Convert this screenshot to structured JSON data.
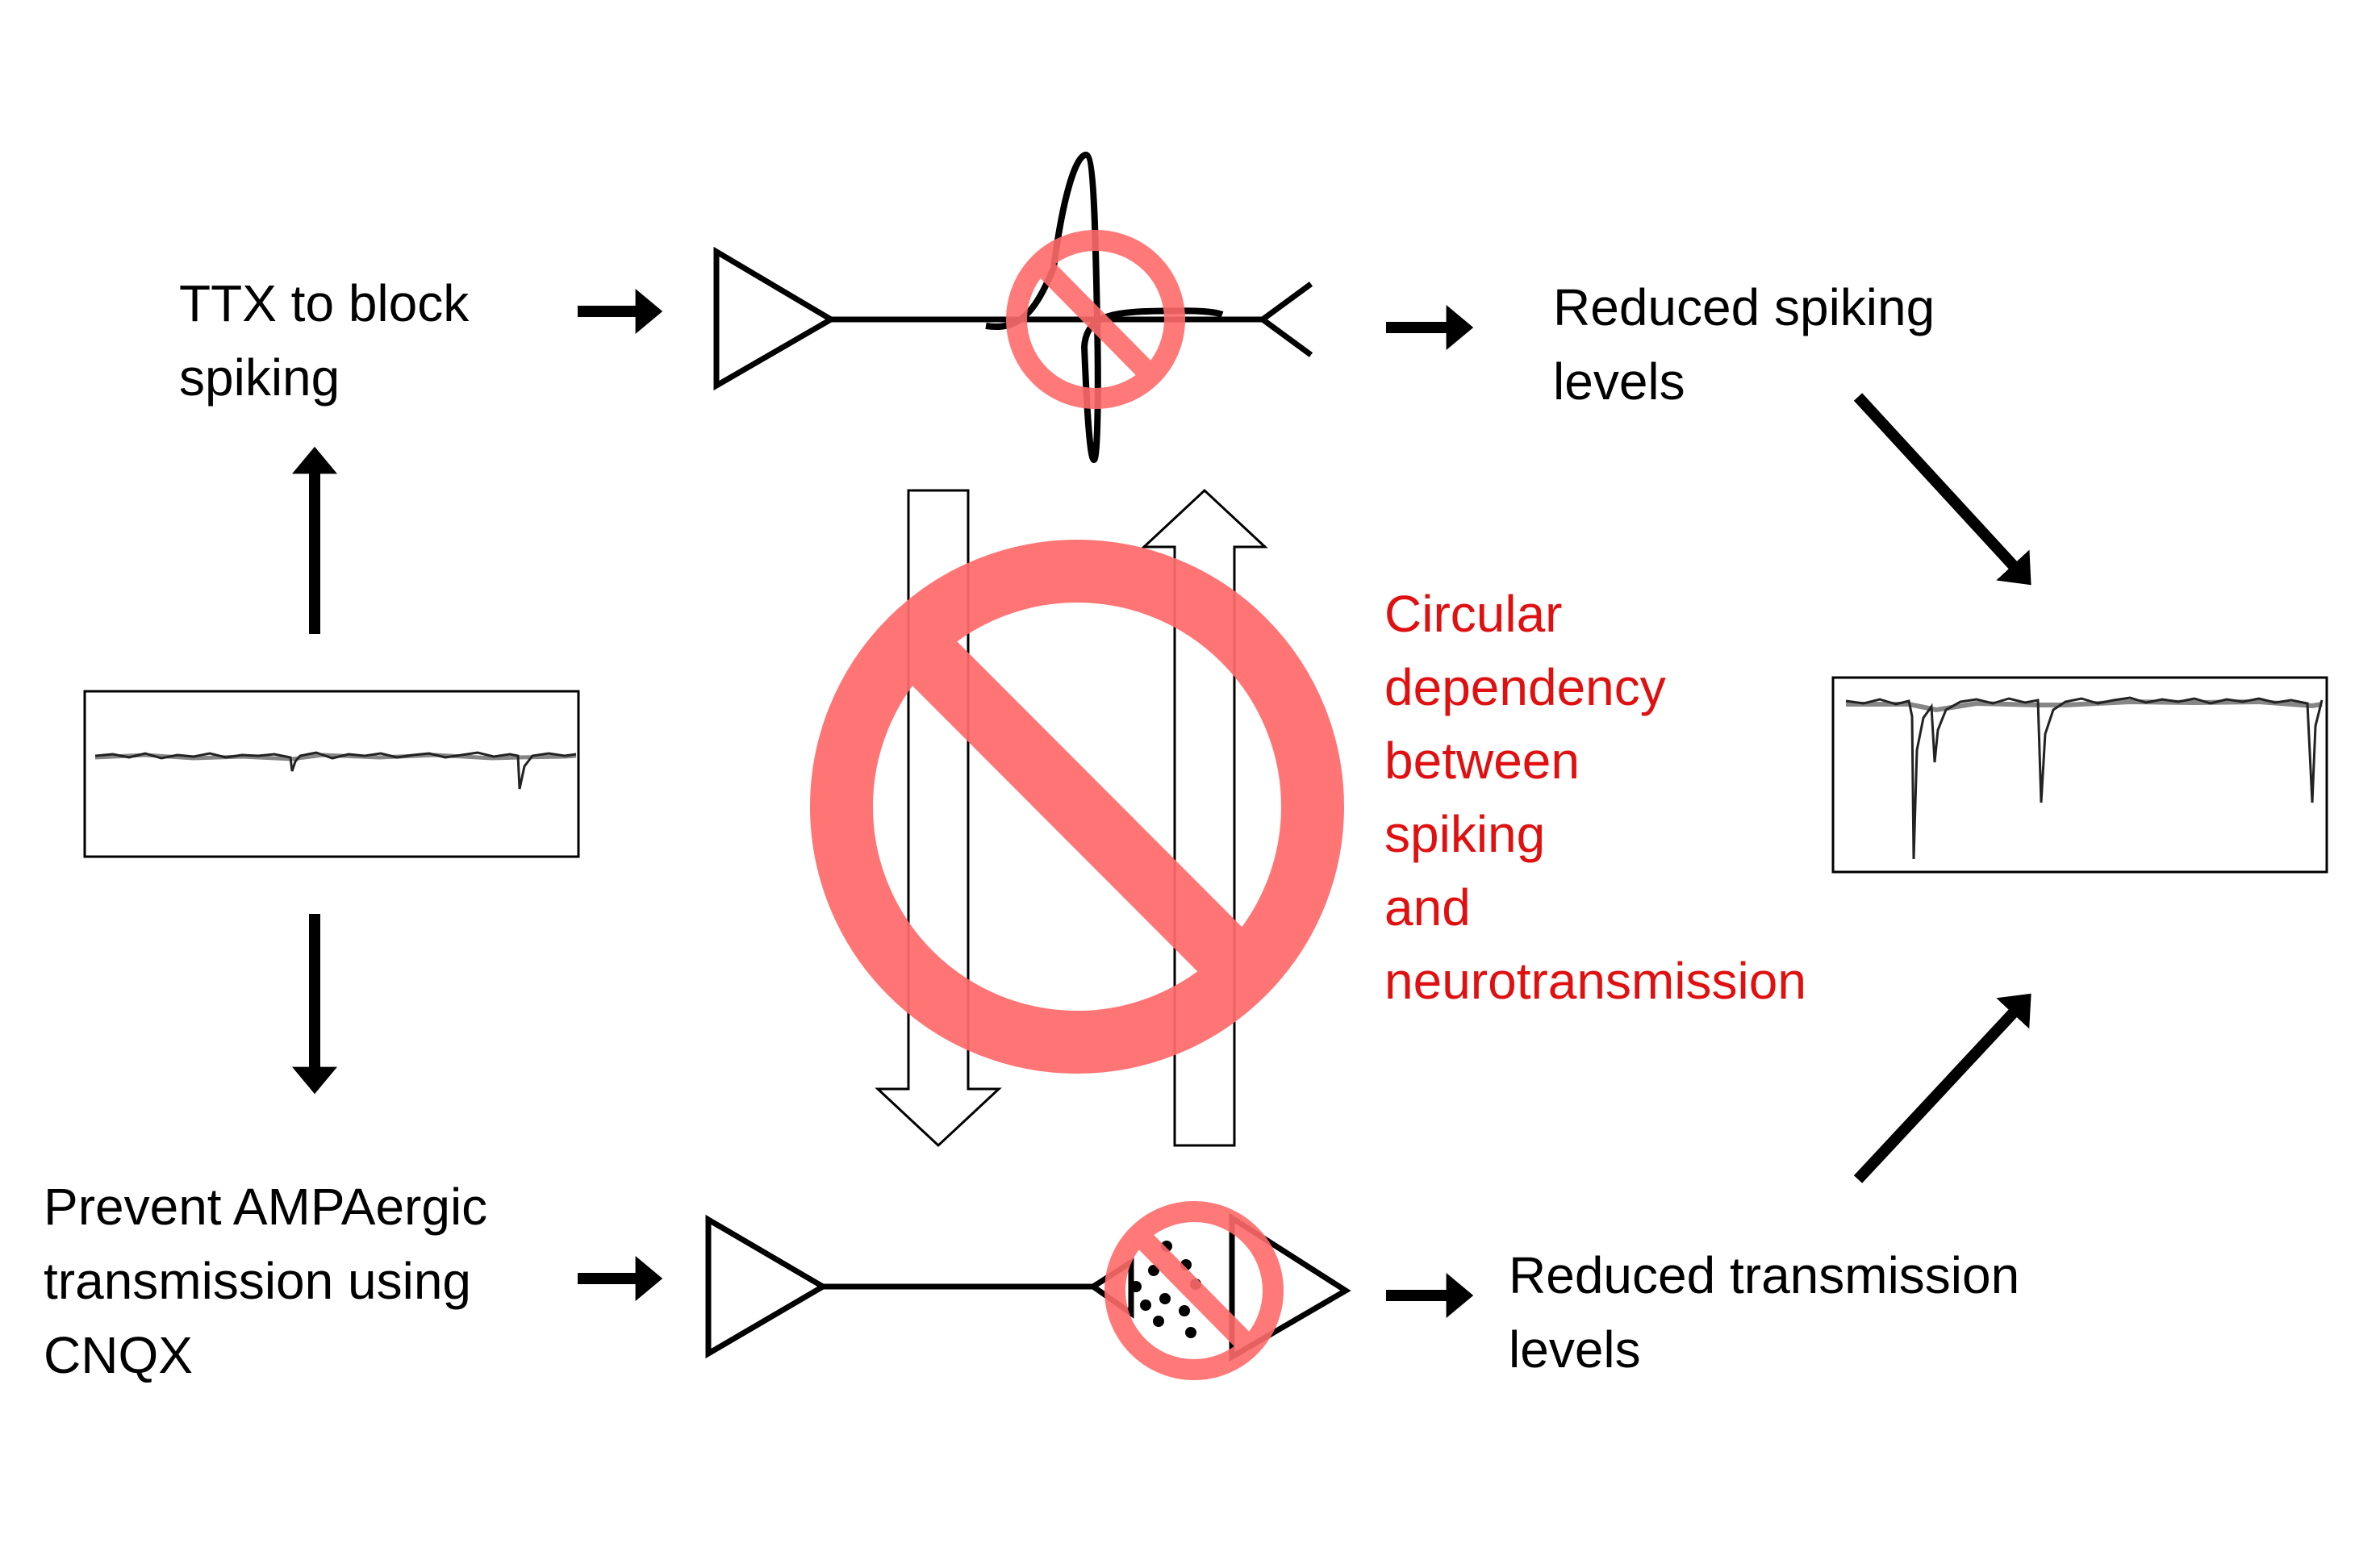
{
  "labels": {
    "ttx": [
      "TTX to block",
      "spiking"
    ],
    "reduced_spiking": [
      "Reduced spiking",
      "levels"
    ],
    "circular": [
      "Circular",
      "dependency",
      "between",
      "spiking",
      "and",
      "neurotransmission"
    ],
    "prevent": [
      "Prevent AMPAergic",
      "transmission using",
      "CNQX"
    ],
    "reduced_transmission": [
      "Reduced transmission",
      "levels"
    ]
  },
  "colors": {
    "prohibition": "#ff6b6b",
    "circular_text": "#e01010",
    "ink": "#000000"
  },
  "icons": {
    "prohibition": "no-entry-icon",
    "neuron": "neuron-icon",
    "action_potential": "spike-icon",
    "trace": "current-trace"
  }
}
